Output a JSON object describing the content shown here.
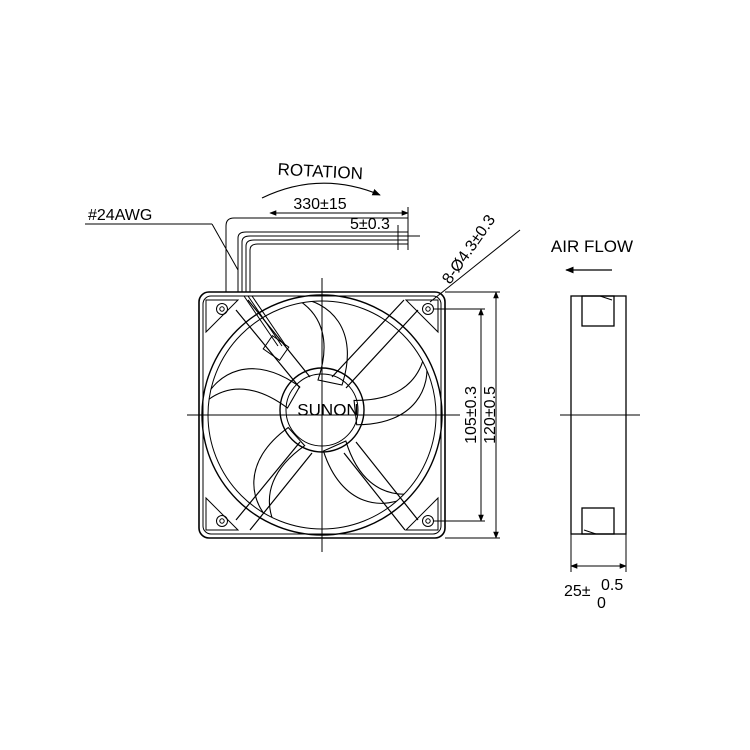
{
  "labels": {
    "rotation": "ROTATION",
    "wire_length": "330±15",
    "strip_length": "5±0.3",
    "wire_gauge": "#24AWG",
    "mount_holes": "8-Ø4.3±0.3",
    "air_flow": "AIR FLOW",
    "hole_spacing": "105±0.3",
    "frame_size": "120±0.5",
    "brand": "SUNON",
    "depth_base": "25±",
    "depth_upper": "0.5",
    "depth_lower": "0"
  }
}
